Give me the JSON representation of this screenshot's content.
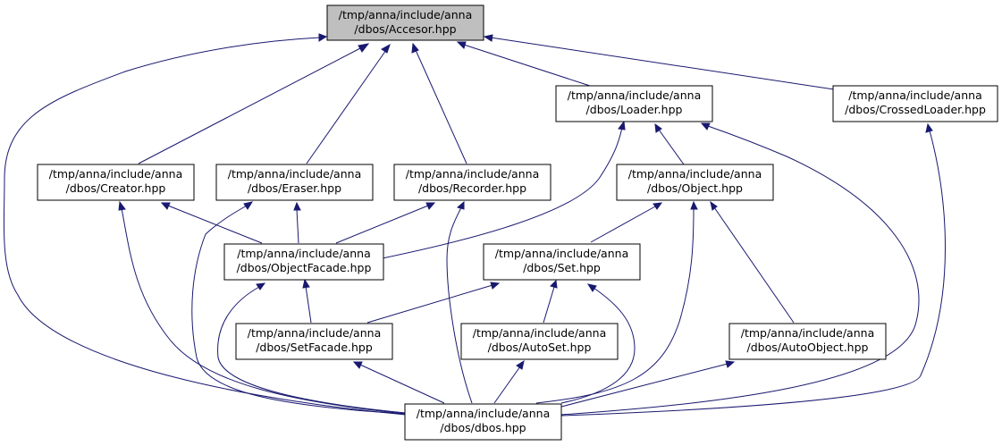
{
  "graph": {
    "colors": {
      "edge": "#191970",
      "highlight_fill": "#bfbfbf",
      "node_fill": "#ffffff",
      "node_border": "#000000"
    },
    "nodes": {
      "accesor": {
        "line1": "/tmp/anna/include/anna",
        "line2": "/dbos/Accesor.hpp",
        "highlight": true
      },
      "loader": {
        "line1": "/tmp/anna/include/anna",
        "line2": "/dbos/Loader.hpp"
      },
      "crossedloader": {
        "line1": "/tmp/anna/include/anna",
        "line2": "/dbos/CrossedLoader.hpp"
      },
      "creator": {
        "line1": "/tmp/anna/include/anna",
        "line2": "/dbos/Creator.hpp"
      },
      "eraser": {
        "line1": "/tmp/anna/include/anna",
        "line2": "/dbos/Eraser.hpp"
      },
      "recorder": {
        "line1": "/tmp/anna/include/anna",
        "line2": "/dbos/Recorder.hpp"
      },
      "object": {
        "line1": "/tmp/anna/include/anna",
        "line2": "/dbos/Object.hpp"
      },
      "objectfacade": {
        "line1": "/tmp/anna/include/anna",
        "line2": "/dbos/ObjectFacade.hpp"
      },
      "set": {
        "line1": "/tmp/anna/include/anna",
        "line2": "/dbos/Set.hpp"
      },
      "setfacade": {
        "line1": "/tmp/anna/include/anna",
        "line2": "/dbos/SetFacade.hpp"
      },
      "autoset": {
        "line1": "/tmp/anna/include/anna",
        "line2": "/dbos/AutoSet.hpp"
      },
      "autoobject": {
        "line1": "/tmp/anna/include/anna",
        "line2": "/dbos/AutoObject.hpp"
      },
      "dbos": {
        "line1": "/tmp/anna/include/anna",
        "line2": "/dbos/dbos.hpp"
      }
    },
    "edges": [
      {
        "from": "creator",
        "to": "accesor"
      },
      {
        "from": "eraser",
        "to": "accesor"
      },
      {
        "from": "recorder",
        "to": "accesor"
      },
      {
        "from": "loader",
        "to": "accesor"
      },
      {
        "from": "crossedloader",
        "to": "accesor"
      },
      {
        "from": "dbos",
        "to": "accesor"
      },
      {
        "from": "objectfacade",
        "to": "loader"
      },
      {
        "from": "object",
        "to": "loader"
      },
      {
        "from": "dbos",
        "to": "loader"
      },
      {
        "from": "dbos",
        "to": "crossedloader"
      },
      {
        "from": "objectfacade",
        "to": "creator"
      },
      {
        "from": "dbos",
        "to": "creator"
      },
      {
        "from": "objectfacade",
        "to": "eraser"
      },
      {
        "from": "dbos",
        "to": "eraser"
      },
      {
        "from": "objectfacade",
        "to": "recorder"
      },
      {
        "from": "dbos",
        "to": "recorder"
      },
      {
        "from": "set",
        "to": "object"
      },
      {
        "from": "autoobject",
        "to": "object"
      },
      {
        "from": "dbos",
        "to": "object"
      },
      {
        "from": "setfacade",
        "to": "objectfacade"
      },
      {
        "from": "dbos",
        "to": "objectfacade"
      },
      {
        "from": "setfacade",
        "to": "set"
      },
      {
        "from": "autoset",
        "to": "set"
      },
      {
        "from": "dbos",
        "to": "set"
      },
      {
        "from": "dbos",
        "to": "setfacade"
      },
      {
        "from": "dbos",
        "to": "autoset"
      },
      {
        "from": "dbos",
        "to": "autoobject"
      }
    ]
  }
}
